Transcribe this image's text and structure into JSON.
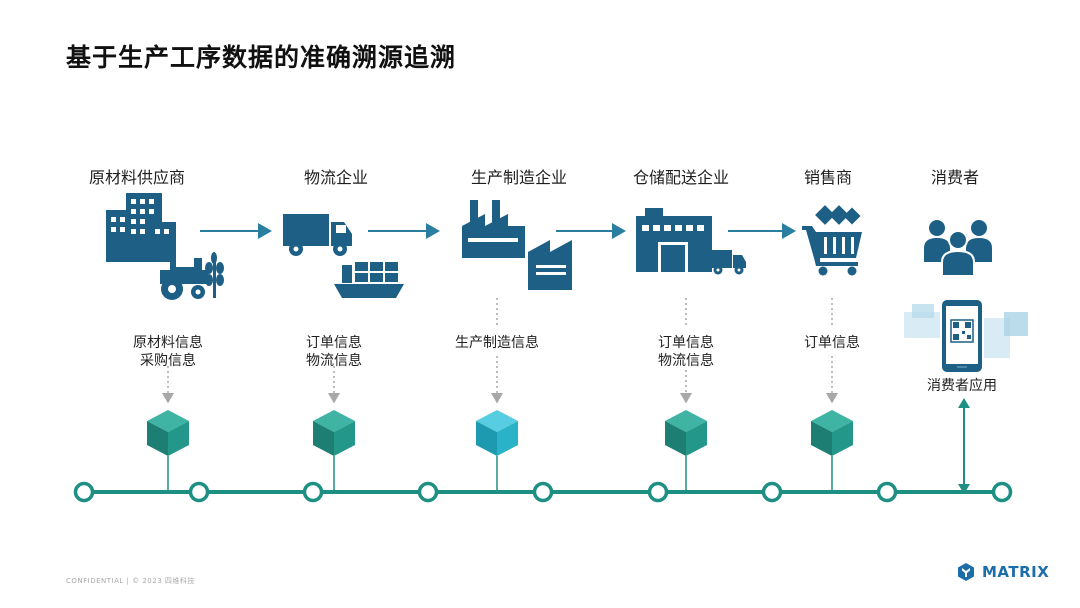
{
  "title": "基于生产工序数据的准确溯源追溯",
  "stages": [
    {
      "label": "原材料供应商",
      "icon": "factory-farm-icon",
      "info": [
        "原材料信息",
        "采购信息"
      ]
    },
    {
      "label": "物流企业",
      "icon": "truck-ship-icon",
      "info": [
        "订单信息",
        "物流信息"
      ]
    },
    {
      "label": "生产制造企业",
      "icon": "manufacturing-plant-icon",
      "info": [
        "生产制造信息"
      ]
    },
    {
      "label": "仓储配送企业",
      "icon": "warehouse-truck-icon",
      "info": [
        "订单信息",
        "物流信息"
      ]
    },
    {
      "label": "销售商",
      "icon": "shopping-cart-icon",
      "info": [
        "订单信息"
      ]
    },
    {
      "label": "消费者",
      "icon": "consumer-group-icon",
      "info": [
        "消费者应用"
      ]
    }
  ],
  "colors": {
    "icon": "#1d5f85",
    "line": "#1d8f83",
    "cube": "#2a9a8c",
    "cube_highlight": "#2ab2c8",
    "arrow": "#2a7fa0"
  },
  "footer": "CONFIDENTIAL | © 2023 四维科技",
  "brand": "MATRIX"
}
